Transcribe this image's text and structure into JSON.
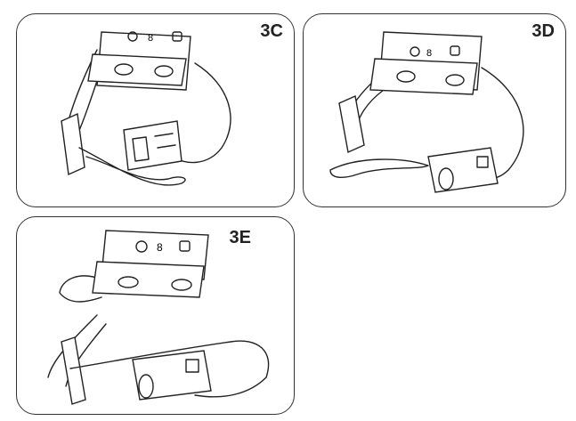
{
  "panels": [
    {
      "label": "3C"
    },
    {
      "label": "3D"
    },
    {
      "label": "3E"
    }
  ]
}
